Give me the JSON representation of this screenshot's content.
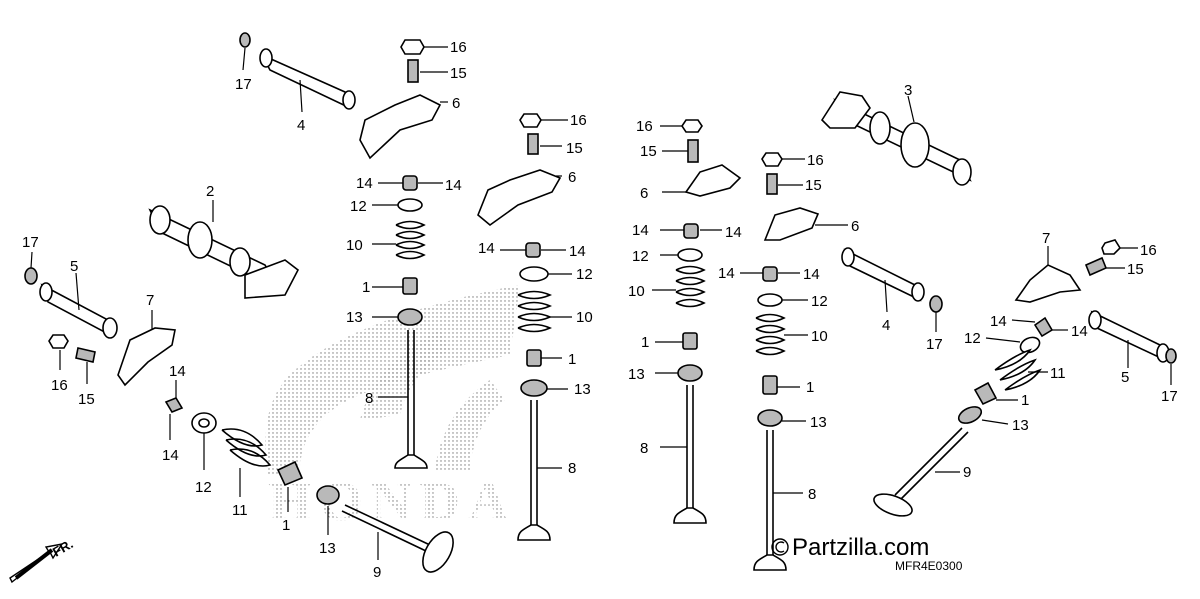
{
  "watermark": "Partzilla.com",
  "diagram_code": "MFR4E0300",
  "direction_label": "FR.",
  "background_logo": "HONDA",
  "callouts": [
    "1",
    "2",
    "3",
    "4",
    "5",
    "6",
    "7",
    "8",
    "9",
    "10",
    "11",
    "12",
    "13",
    "14",
    "15",
    "16",
    "17"
  ],
  "parts": [
    {
      "id": "valve-guide",
      "ref": "1"
    },
    {
      "id": "camshaft-exhaust",
      "ref": "2"
    },
    {
      "id": "camshaft-intake",
      "ref": "3"
    },
    {
      "id": "rocker-arm-shaft-a",
      "ref": "4"
    },
    {
      "id": "rocker-arm-shaft-b",
      "ref": "5"
    },
    {
      "id": "rocker-arm-a",
      "ref": "6"
    },
    {
      "id": "rocker-arm-b",
      "ref": "7"
    },
    {
      "id": "intake-valve",
      "ref": "8"
    },
    {
      "id": "exhaust-valve",
      "ref": "9"
    },
    {
      "id": "valve-spring",
      "ref": "10"
    },
    {
      "id": "valve-spring-b",
      "ref": "11"
    },
    {
      "id": "spring-retainer",
      "ref": "12"
    },
    {
      "id": "valve-stem-seal",
      "ref": "13"
    },
    {
      "id": "valve-cotter",
      "ref": "14"
    },
    {
      "id": "tappet-adjusting-screw",
      "ref": "15"
    },
    {
      "id": "lock-nut",
      "ref": "16"
    },
    {
      "id": "o-ring",
      "ref": "17"
    }
  ]
}
